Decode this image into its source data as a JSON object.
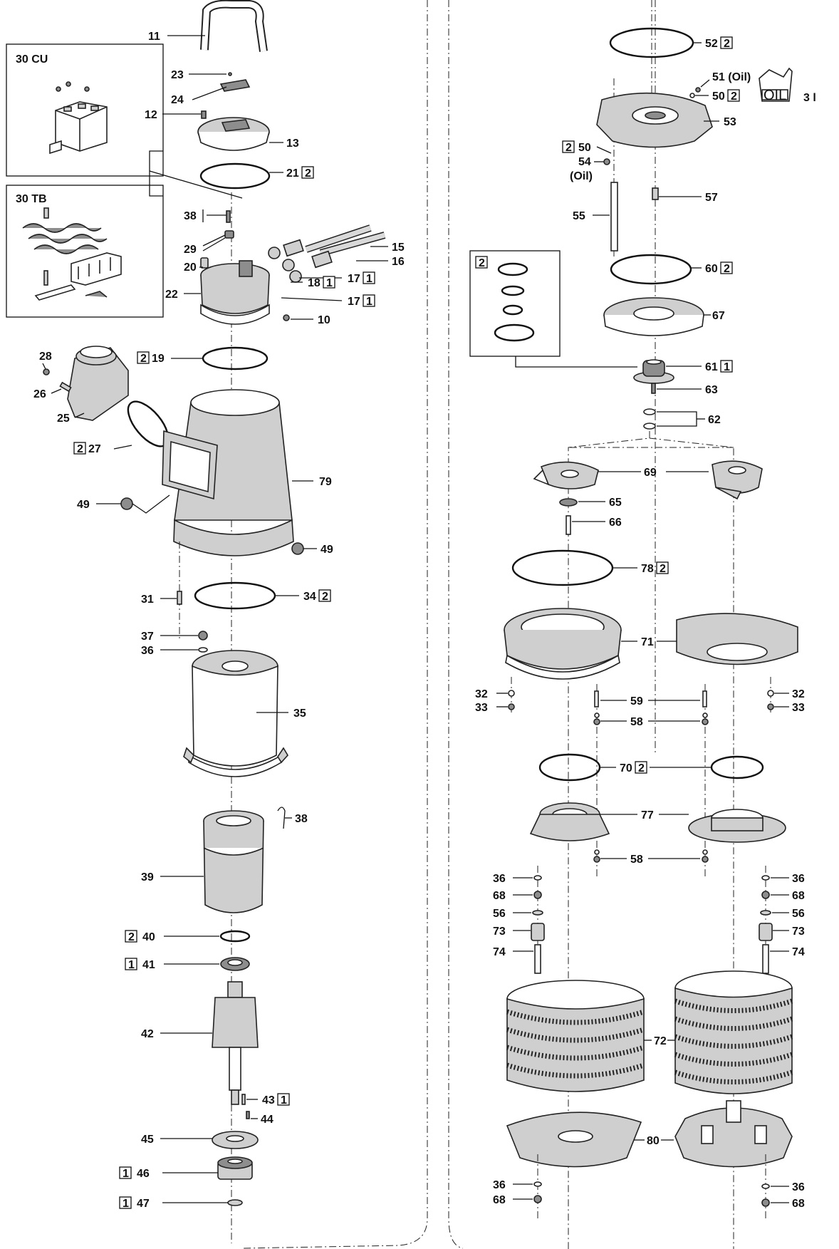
{
  "kit_markers": {
    "one": "1",
    "two": "2"
  },
  "inset_boxes": {
    "cu": {
      "label": "30 CU"
    },
    "tb": {
      "label": "30 TB"
    },
    "seal_kit": {
      "label": "2"
    }
  },
  "oil_can": {
    "text": "OIL",
    "volume": "3 l"
  },
  "left_labels": [
    {
      "id": "p11",
      "text": "11"
    },
    {
      "id": "p23",
      "text": "23"
    },
    {
      "id": "p24",
      "text": "24"
    },
    {
      "id": "p12",
      "text": "12"
    },
    {
      "id": "p13",
      "text": "13"
    },
    {
      "id": "p21",
      "text": "21"
    },
    {
      "id": "p38a",
      "text": "38"
    },
    {
      "id": "p29",
      "text": "29"
    },
    {
      "id": "p20",
      "text": "20"
    },
    {
      "id": "p22",
      "text": "22"
    },
    {
      "id": "p15",
      "text": "15"
    },
    {
      "id": "p16",
      "text": "16"
    },
    {
      "id": "p17a",
      "text": "17"
    },
    {
      "id": "p18",
      "text": "18"
    },
    {
      "id": "p17b",
      "text": "17"
    },
    {
      "id": "p10",
      "text": "10"
    },
    {
      "id": "p19",
      "text": "19"
    },
    {
      "id": "p28",
      "text": "28"
    },
    {
      "id": "p26",
      "text": "26"
    },
    {
      "id": "p25",
      "text": "25"
    },
    {
      "id": "p27",
      "text": "27"
    },
    {
      "id": "p79",
      "text": "79"
    },
    {
      "id": "p49a",
      "text": "49"
    },
    {
      "id": "p49b",
      "text": "49"
    },
    {
      "id": "p31",
      "text": "31"
    },
    {
      "id": "p34",
      "text": "34"
    },
    {
      "id": "p37",
      "text": "37"
    },
    {
      "id": "p36a",
      "text": "36"
    },
    {
      "id": "p35",
      "text": "35"
    },
    {
      "id": "p38b",
      "text": "38"
    },
    {
      "id": "p39",
      "text": "39"
    },
    {
      "id": "p40",
      "text": "40"
    },
    {
      "id": "p41",
      "text": "41"
    },
    {
      "id": "p42",
      "text": "42"
    },
    {
      "id": "p43",
      "text": "43"
    },
    {
      "id": "p44",
      "text": "44"
    },
    {
      "id": "p45",
      "text": "45"
    },
    {
      "id": "p46",
      "text": "46"
    },
    {
      "id": "p47",
      "text": "47"
    }
  ],
  "right_labels": [
    {
      "id": "p52",
      "text": "52"
    },
    {
      "id": "p51",
      "text": "51 (Oil)"
    },
    {
      "id": "p50a",
      "text": "50"
    },
    {
      "id": "p53",
      "text": "53"
    },
    {
      "id": "p50b",
      "text": "50"
    },
    {
      "id": "p54",
      "text": "54"
    },
    {
      "id": "p54oil",
      "text": "(Oil)"
    },
    {
      "id": "p57",
      "text": "57"
    },
    {
      "id": "p55",
      "text": "55"
    },
    {
      "id": "p60",
      "text": "60"
    },
    {
      "id": "p67",
      "text": "67"
    },
    {
      "id": "p61",
      "text": "61"
    },
    {
      "id": "p63",
      "text": "63"
    },
    {
      "id": "p62",
      "text": "62"
    },
    {
      "id": "p69",
      "text": "69"
    },
    {
      "id": "p65",
      "text": "65"
    },
    {
      "id": "p66",
      "text": "66"
    },
    {
      "id": "p78",
      "text": "78"
    },
    {
      "id": "p71",
      "text": "71"
    },
    {
      "id": "p32a",
      "text": "32"
    },
    {
      "id": "p33a",
      "text": "33"
    },
    {
      "id": "p32b",
      "text": "32"
    },
    {
      "id": "p33b",
      "text": "33"
    },
    {
      "id": "p59",
      "text": "59"
    },
    {
      "id": "p58a",
      "text": "58"
    },
    {
      "id": "p70",
      "text": "70"
    },
    {
      "id": "p77",
      "text": "77"
    },
    {
      "id": "p58b",
      "text": "58"
    },
    {
      "id": "p36b",
      "text": "36"
    },
    {
      "id": "p68a",
      "text": "68"
    },
    {
      "id": "p56a",
      "text": "56"
    },
    {
      "id": "p73a",
      "text": "73"
    },
    {
      "id": "p74a",
      "text": "74"
    },
    {
      "id": "p36c",
      "text": "36"
    },
    {
      "id": "p68b",
      "text": "68"
    },
    {
      "id": "p56b",
      "text": "56"
    },
    {
      "id": "p73b",
      "text": "73"
    },
    {
      "id": "p74b",
      "text": "74"
    },
    {
      "id": "p72",
      "text": "72"
    },
    {
      "id": "p80",
      "text": "80"
    },
    {
      "id": "p36d",
      "text": "36"
    },
    {
      "id": "p68c",
      "text": "68"
    },
    {
      "id": "p36e",
      "text": "36"
    },
    {
      "id": "p68d",
      "text": "68"
    }
  ]
}
